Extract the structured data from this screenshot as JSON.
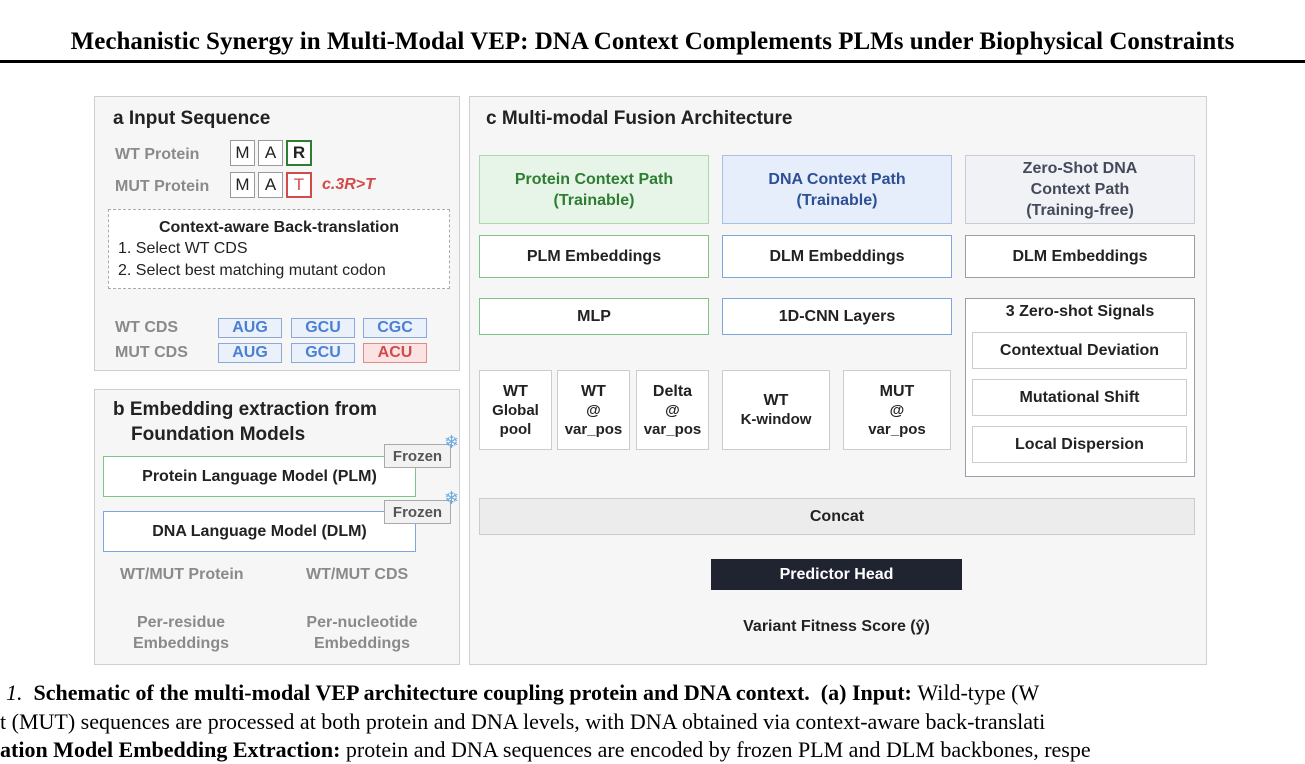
{
  "title": "Mechanistic Synergy in Multi-Modal VEP: DNA Context Complements PLMs under Biophysical Constraints",
  "panel_a": {
    "title": "a Input Sequence",
    "wt_protein_label": "WT Protein",
    "mut_protein_label": "MUT Protein",
    "wt_residues": [
      "M",
      "A",
      "R"
    ],
    "mut_residues": [
      "M",
      "A",
      "T"
    ],
    "mutation_note": "c.3R>T",
    "backtranslation": {
      "title": "Context-aware Back-translation",
      "step1": "1.   Select WT CDS",
      "step2": "2.   Select best matching mutant codon"
    },
    "wt_cds_label": "WT CDS",
    "mut_cds_label": "MUT CDS",
    "wt_codons": [
      "AUG",
      "GCU",
      "CGC"
    ],
    "mut_codons": [
      "AUG",
      "GCU",
      "ACU"
    ]
  },
  "panel_b": {
    "title_line1": "b Embedding extraction from",
    "title_line2": "Foundation Models",
    "plm_label": "Protein Language Model (PLM)",
    "dlm_label": "DNA Language Model (DLM)",
    "frozen_label": "Frozen",
    "protein_input": "WT/MUT Protein",
    "cds_input": "WT/MUT CDS",
    "protein_output_line1": "Per-residue",
    "protein_output_line2": "Embeddings",
    "cds_output_line1": "Per-nucleotide",
    "cds_output_line2": "Embeddings"
  },
  "panel_c": {
    "title": "c Multi-modal Fusion Architecture",
    "protein_path": {
      "line1": "Protein Context Path",
      "line2": "(Trainable)"
    },
    "dna_path": {
      "line1": "DNA Context Path",
      "line2": "(Trainable)"
    },
    "zs_path": {
      "line1": "Zero-Shot DNA",
      "line2": "Context Path",
      "line3": "(Training-free)"
    },
    "plm_embeddings": "PLM Embeddings",
    "dlm_embeddings": "DLM Embeddings",
    "dlm_embeddings_zs": "DLM Embeddings",
    "mlp": "MLP",
    "cnn": "1D-CNN Layers",
    "zs_signals_title": "3 Zero-shot Signals",
    "zs_signals": [
      "Contextual Deviation",
      "Mutational Shift",
      "Local Dispersion"
    ],
    "features": [
      {
        "l1": "WT",
        "l2": "Global",
        "l3": "pool"
      },
      {
        "l1": "WT",
        "l2": "@",
        "l3": "var_pos"
      },
      {
        "l1": "Delta",
        "l2": "@",
        "l3": "var_pos"
      },
      {
        "l1": "WT",
        "l2": "K-window",
        "l3": ""
      },
      {
        "l1": "MUT",
        "l2": "@",
        "l3": "var_pos"
      }
    ],
    "concat": "Concat",
    "predictor": "Predictor Head",
    "score": "Variant Fitness Score (ŷ)"
  },
  "caption": {
    "line1_prefix": "1.",
    "line1_bold": "Schematic of the multi-modal VEP architecture coupling protein and DNA context.",
    "line1_bold2": "(a) Input:",
    "line1_rest": "Wild-type (W",
    "line2": "t (MUT) sequences are processed at both protein and DNA levels, with DNA obtained via context-aware back-translati",
    "line3_bold": "ation Model Embedding Extraction:",
    "line3_rest": "protein and DNA sequences are encoded by frozen PLM and DLM backbones, respe"
  },
  "colors": {
    "protein_green": "#2f7d32",
    "dna_blue": "#4a7fd4",
    "mut_red": "#d24a4a",
    "head_dark": "#1f2430"
  }
}
